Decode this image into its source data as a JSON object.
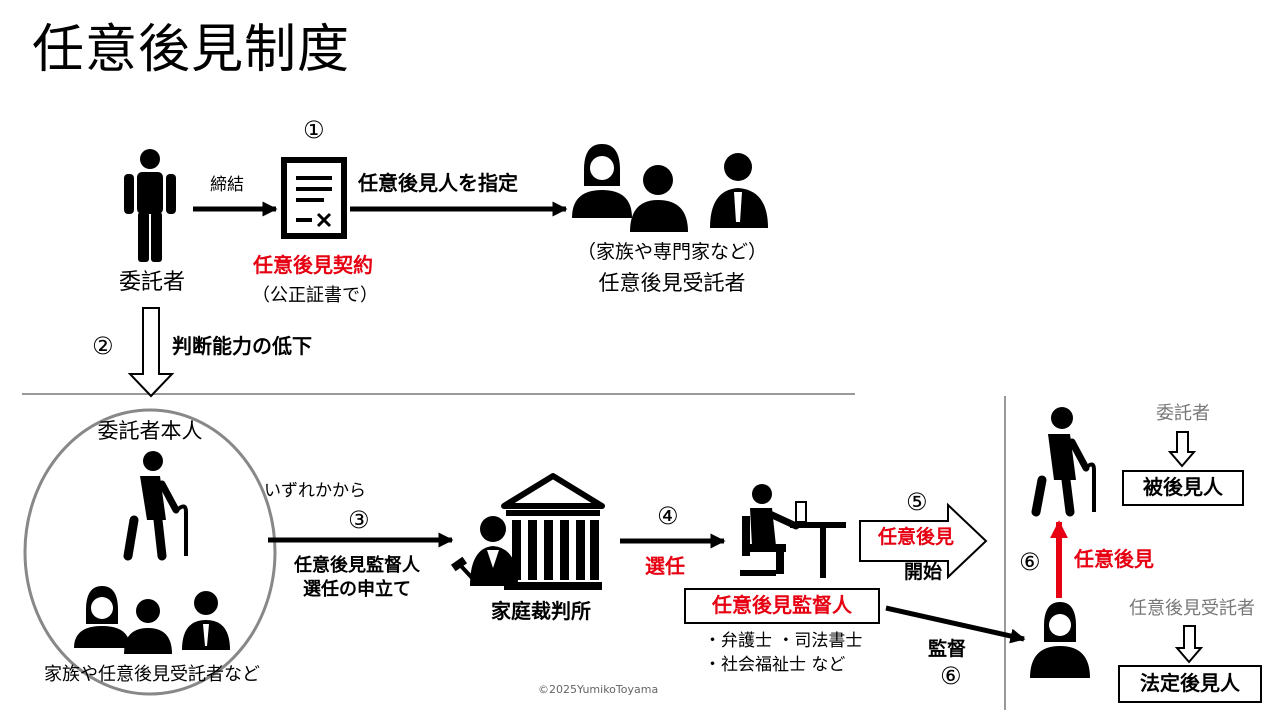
{
  "title": "任意後見制度",
  "step1": {
    "num": "①",
    "principal_label": "委託者",
    "conclude_label": "締結",
    "contract_label": "任意後見契約",
    "contract_sub": "（公正証書で）",
    "designate_label": "任意後見人を指定",
    "trustee_sub": "（家族や専門家など）",
    "trustee_label": "任意後見受託者"
  },
  "step2": {
    "num": "②",
    "label": "判断能力の低下"
  },
  "left_group": {
    "principal_title": "委託者本人",
    "family_label": "家族や任意後見受託者など"
  },
  "step3": {
    "pre_label": "いずれかから",
    "num": "③",
    "label_line1": "任意後見監督人",
    "label_line2": "選任の申立て"
  },
  "court_label": "家庭裁判所",
  "step4": {
    "num": "④",
    "label": "選任"
  },
  "supervisor": {
    "box_label": "任意後見監督人",
    "examples_line1": "・弁護士 ・司法書士",
    "examples_line2": "・社会福祉士 など"
  },
  "step5": {
    "num": "⑤",
    "line1": "任意後見",
    "line2": "開始"
  },
  "step6": {
    "supervise_label": "監督",
    "num_supervise": "⑥",
    "num_guardian": "⑥",
    "guardian_label": "任意後見"
  },
  "right_panel": {
    "principal_gray": "委託者",
    "ward_label": "被後見人",
    "trustee_gray": "任意後見受託者",
    "guardian_box": "法定後見人"
  },
  "copyright": "©2025YumikoToyama",
  "colors": {
    "accent_red": "#e60012",
    "line_gray": "#777777",
    "text_gray": "#777777"
  },
  "icons": [
    "person-icon",
    "document-icon",
    "woman-icon",
    "man-icon",
    "businessman-icon",
    "elderly-cane-icon",
    "judge-icon",
    "courthouse-icon",
    "desk-worker-icon"
  ]
}
